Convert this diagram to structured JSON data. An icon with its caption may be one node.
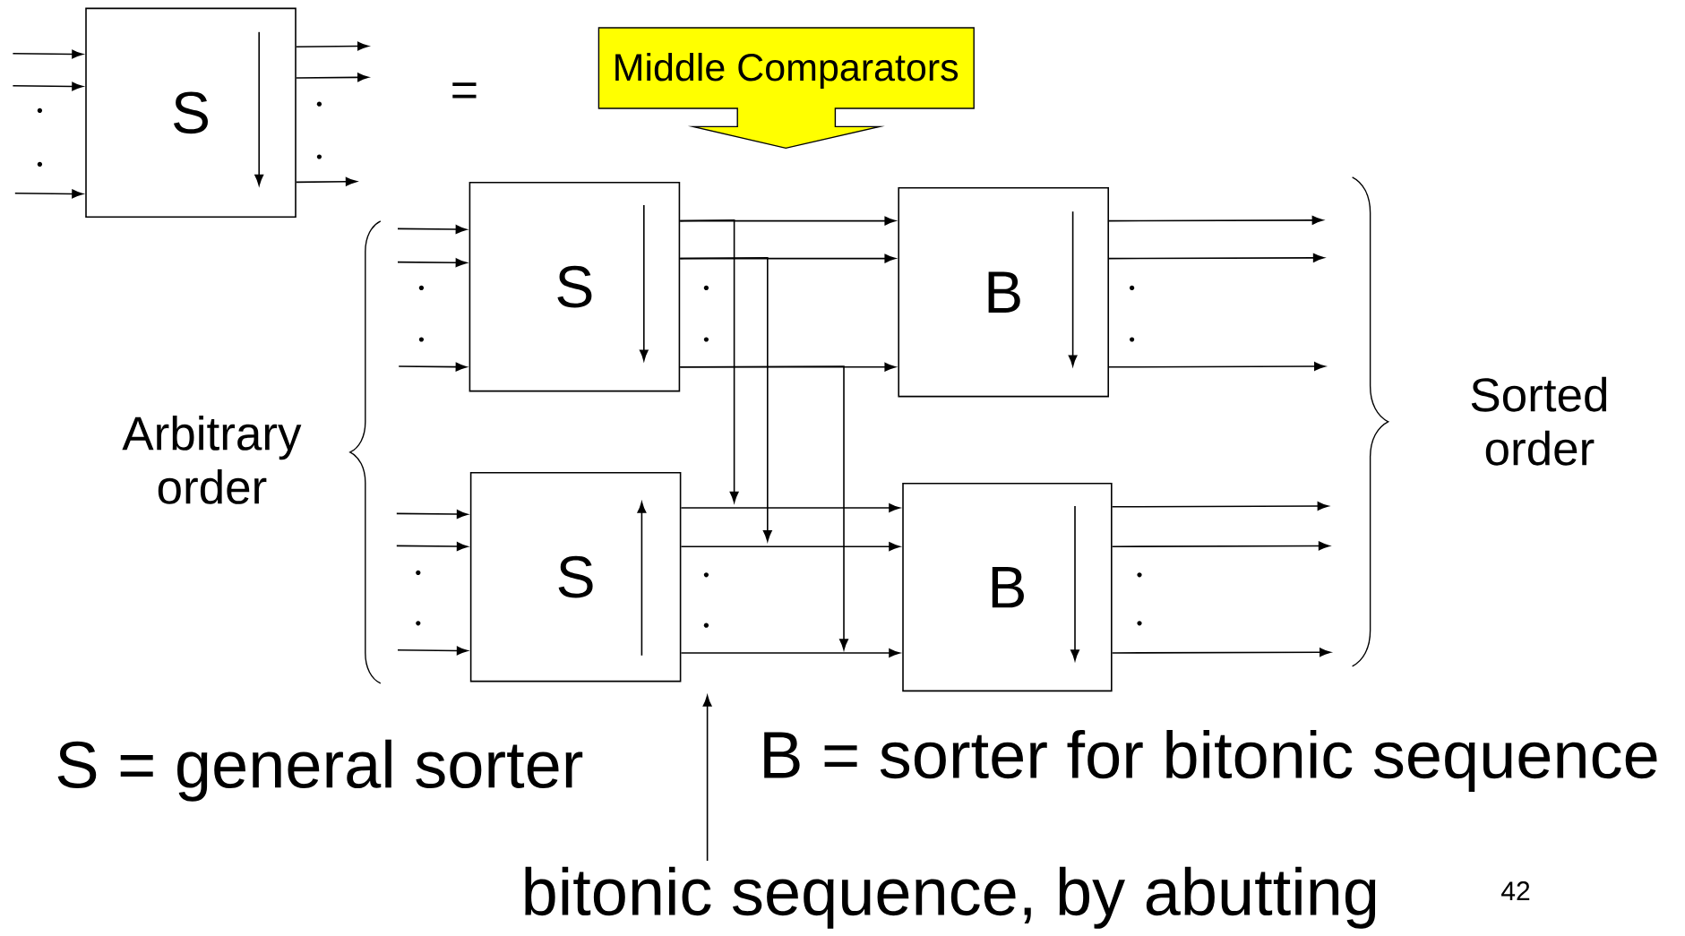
{
  "diagram": {
    "nodes": [
      {
        "text": [
          "S"
        ]
      },
      {
        "text": [
          "S"
        ]
      },
      {
        "text": [
          "S"
        ]
      },
      {
        "text": [
          "B"
        ]
      },
      {
        "text": [
          "B"
        ]
      },
      {
        "text": [
          "Middle Comparators"
        ]
      },
      {
        "text": [
          "bitonic sequence, by abutting"
        ]
      }
    ],
    "edges": [
      {
        "from": null,
        "to": 0,
        "arrow": "to"
      },
      {
        "from": null,
        "to": 0,
        "arrow": "to"
      },
      {
        "from": null,
        "to": 0,
        "arrow": "to"
      },
      {
        "from": 0,
        "to": null,
        "arrow": "to"
      },
      {
        "from": 0,
        "to": null,
        "arrow": "to"
      },
      {
        "from": 0,
        "to": null,
        "arrow": "to"
      },
      {
        "from": null,
        "to": 1,
        "arrow": "to"
      },
      {
        "from": null,
        "to": 1,
        "arrow": "to"
      },
      {
        "from": null,
        "to": 1,
        "arrow": "to"
      },
      {
        "from": null,
        "to": 2,
        "arrow": "to"
      },
      {
        "from": null,
        "to": 2,
        "arrow": "to"
      },
      {
        "from": null,
        "to": 2,
        "arrow": "to"
      },
      {
        "from": 1,
        "to": 3,
        "arrow": "to"
      },
      {
        "from": 1,
        "to": 3,
        "arrow": "to"
      },
      {
        "from": 1,
        "to": 3,
        "arrow": "to"
      },
      {
        "from": 1,
        "to": null,
        "arrow": "to"
      },
      {
        "from": 1,
        "to": null,
        "arrow": "to"
      },
      {
        "from": 1,
        "to": null,
        "arrow": "to"
      },
      {
        "from": 2,
        "to": 4,
        "arrow": "to"
      },
      {
        "from": 2,
        "to": 4,
        "arrow": "to"
      },
      {
        "from": 2,
        "to": 4,
        "arrow": "to"
      },
      {
        "from": 3,
        "to": null,
        "arrow": "to"
      },
      {
        "from": 3,
        "to": null,
        "arrow": "to"
      },
      {
        "from": 3,
        "to": null,
        "arrow": "to"
      },
      {
        "from": 4,
        "to": null,
        "arrow": "to"
      },
      {
        "from": 4,
        "to": null,
        "arrow": "to"
      },
      {
        "from": 4,
        "to": null,
        "arrow": "to"
      },
      {
        "from": 6,
        "to": null,
        "arrow": "to"
      }
    ],
    "labels": [
      "=",
      "Arbitrary order",
      "Sorted order",
      "S = general sorter",
      "B = sorter for bitonic sequence",
      "42"
    ]
  }
}
